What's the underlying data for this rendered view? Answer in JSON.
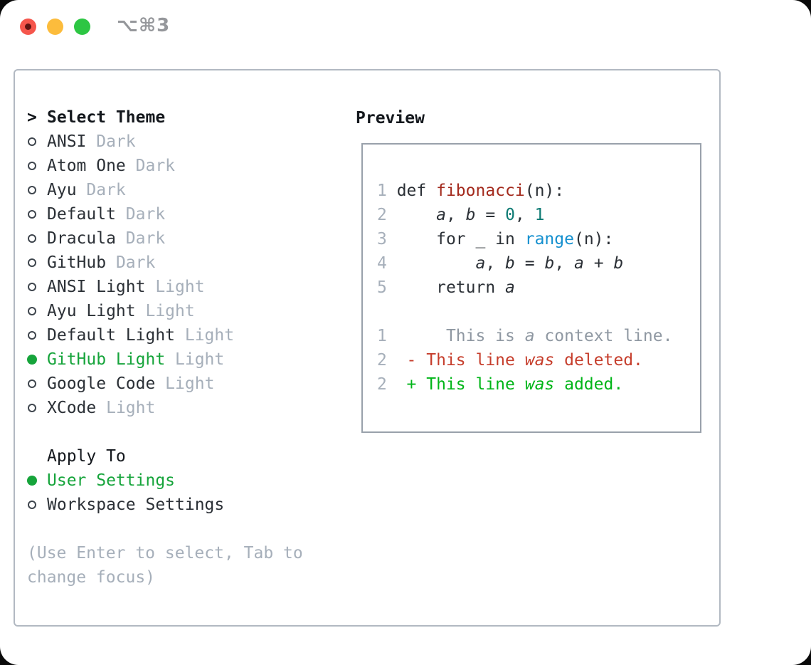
{
  "window": {
    "title_shortcut": "⌥⌘3"
  },
  "traffic_lights": [
    {
      "name": "close",
      "color": "#f5564c"
    },
    {
      "name": "minimize",
      "color": "#fcbc3c"
    },
    {
      "name": "zoom",
      "color": "#2dc643"
    }
  ],
  "palette": {
    "accent-green": "#16a43b",
    "text-dark": "#2b3036",
    "text-muted": "#a6afba",
    "ctx-gray": "#8f98a2",
    "diff-del": "#c63e2c",
    "diff-add": "#00b518",
    "syn-fn": "#a32a1d",
    "syn-num": "#0e7b74",
    "syn-builtin": "#1590cf",
    "panel-border": "#b2b9c2",
    "preview-border": "#99a1ab"
  },
  "theme_picker": {
    "focus_marker": ">",
    "header": "Select Theme",
    "items": [
      {
        "name": "ANSI",
        "variant": "Dark",
        "selected": false
      },
      {
        "name": "Atom One",
        "variant": "Dark",
        "selected": false
      },
      {
        "name": "Ayu",
        "variant": "Dark",
        "selected": false
      },
      {
        "name": "Default",
        "variant": "Dark",
        "selected": false
      },
      {
        "name": "Dracula",
        "variant": "Dark",
        "selected": false
      },
      {
        "name": "GitHub",
        "variant": "Dark",
        "selected": false
      },
      {
        "name": "ANSI Light",
        "variant": "Light",
        "selected": false
      },
      {
        "name": "Ayu Light",
        "variant": "Light",
        "selected": false
      },
      {
        "name": "Default Light",
        "variant": "Light",
        "selected": false
      },
      {
        "name": "GitHub Light",
        "variant": "Light",
        "selected": true
      },
      {
        "name": "Google Code",
        "variant": "Light",
        "selected": false
      },
      {
        "name": "XCode",
        "variant": "Light",
        "selected": false
      }
    ]
  },
  "apply_to": {
    "header": "Apply To",
    "options": [
      {
        "name": "User Settings",
        "selected": true
      },
      {
        "name": "Workspace Settings",
        "selected": false
      }
    ]
  },
  "hint": {
    "lines": [
      "(Use Enter to select, Tab to",
      "change focus)"
    ]
  },
  "preview": {
    "label": "Preview",
    "code_lines": [
      {
        "num": "1",
        "segments": [
          [
            "plain",
            "def "
          ],
          [
            "fn",
            "fibonacci"
          ],
          [
            "plain",
            "(n):"
          ]
        ]
      },
      {
        "num": "2",
        "segments": [
          [
            "plain",
            "    "
          ],
          [
            "var",
            "a"
          ],
          [
            "plain",
            ", "
          ],
          [
            "var",
            "b"
          ],
          [
            "plain",
            " = "
          ],
          [
            "num",
            "0"
          ],
          [
            "plain",
            ", "
          ],
          [
            "num",
            "1"
          ]
        ]
      },
      {
        "num": "3",
        "segments": [
          [
            "plain",
            "    for _ in "
          ],
          [
            "builtin",
            "range"
          ],
          [
            "plain",
            "(n):"
          ]
        ]
      },
      {
        "num": "4",
        "segments": [
          [
            "plain",
            "        "
          ],
          [
            "var",
            "a"
          ],
          [
            "plain",
            ", "
          ],
          [
            "var",
            "b"
          ],
          [
            "plain",
            " = "
          ],
          [
            "var",
            "b"
          ],
          [
            "plain",
            ", "
          ],
          [
            "var",
            "a"
          ],
          [
            "plain",
            " + "
          ],
          [
            "var",
            "b"
          ]
        ]
      },
      {
        "num": "5",
        "segments": [
          [
            "plain",
            "    return "
          ],
          [
            "var",
            "a"
          ]
        ]
      },
      {
        "num": "",
        "segments": []
      },
      {
        "num": "1",
        "segments": [
          [
            "ctx",
            "     This is "
          ],
          [
            "ctx-i",
            "a"
          ],
          [
            "ctx",
            " context line."
          ]
        ]
      },
      {
        "num": "2",
        "segments": [
          [
            "del",
            " - This line "
          ],
          [
            "del-i",
            "was"
          ],
          [
            "del",
            " deleted."
          ]
        ]
      },
      {
        "num": "2",
        "segments": [
          [
            "add",
            " + This line "
          ],
          [
            "add-i",
            "was"
          ],
          [
            "add",
            " added."
          ]
        ]
      }
    ]
  }
}
